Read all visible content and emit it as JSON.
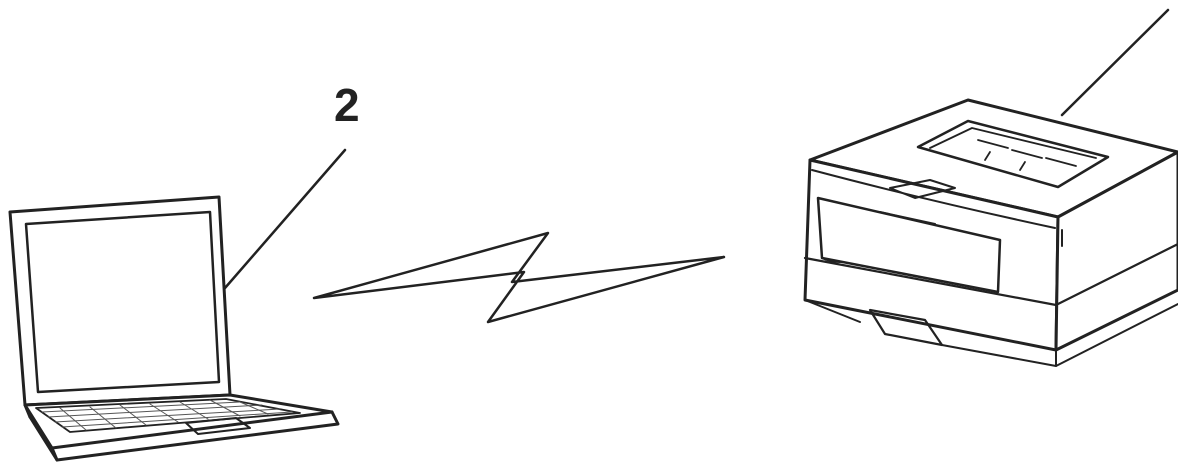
{
  "diagram": {
    "callouts": [
      {
        "label": "2",
        "target": "laptop"
      }
    ],
    "devices": [
      {
        "name": "laptop",
        "icon": "laptop-icon"
      },
      {
        "name": "printer",
        "icon": "printer-icon"
      }
    ],
    "connection": {
      "type": "wireless",
      "icon": "lightning-bolt-icon"
    },
    "colors": {
      "line": "#222222",
      "fill": "#ffffff",
      "detail": "#555555"
    }
  }
}
